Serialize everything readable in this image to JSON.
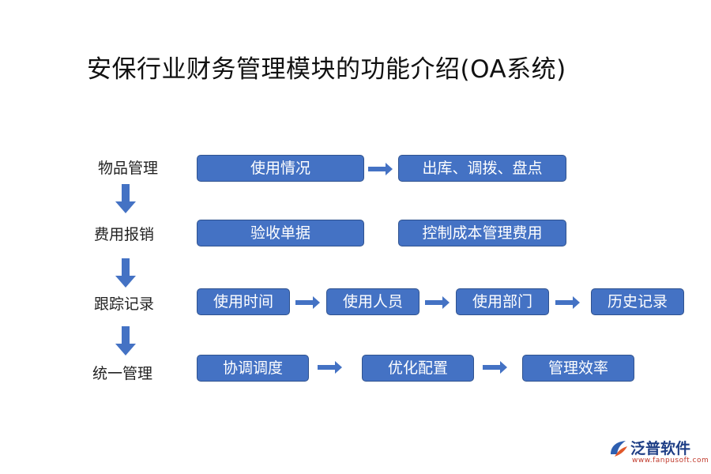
{
  "title": "安保行业财务管理模块的功能介绍(OA系统)",
  "rows": [
    {
      "label": "物品管理",
      "boxes": [
        "使用情况",
        "出库、调拨、盘点"
      ]
    },
    {
      "label": "费用报销",
      "boxes": [
        "验收单据",
        "控制成本管理费用"
      ]
    },
    {
      "label": "跟踪记录",
      "boxes": [
        "使用时间",
        "使用人员",
        "使用部门",
        "历史记录"
      ]
    },
    {
      "label": "统一管理",
      "boxes": [
        "协调调度",
        "优化配置",
        "管理效率"
      ]
    }
  ],
  "logo": {
    "name": "泛普软件",
    "url": "www.fanpusoft.com"
  },
  "colors": {
    "box_fill": "#4472c4",
    "box_border": "#2f528f",
    "arrow": "#4472c4"
  }
}
